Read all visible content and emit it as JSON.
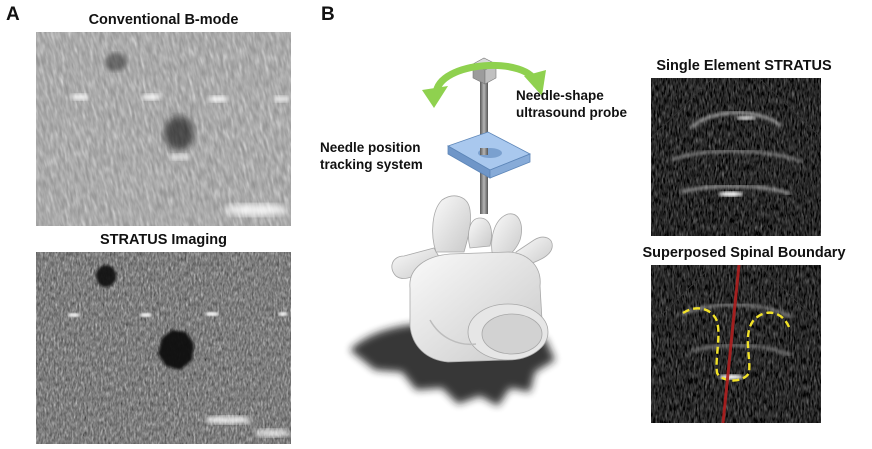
{
  "panel_a": {
    "letter": "A",
    "top_caption": "Conventional B-mode",
    "bottom_caption": "STRATUS Imaging"
  },
  "panel_b": {
    "letter": "B",
    "probe_label_line1": "Needle-shape",
    "probe_label_line2": "ultrasound probe",
    "tracker_label_line1": "Needle position",
    "tracker_label_line2": "tracking system",
    "right_top_caption": "Single Element STRATUS",
    "right_bottom_caption": "Superposed Spinal Boundary"
  },
  "colors": {
    "arrow_green": "#8fd14f",
    "tracker_blue": "#8ab4e2",
    "needle_red": "#b01f1f",
    "boundary_yellow": "#f2e229"
  }
}
